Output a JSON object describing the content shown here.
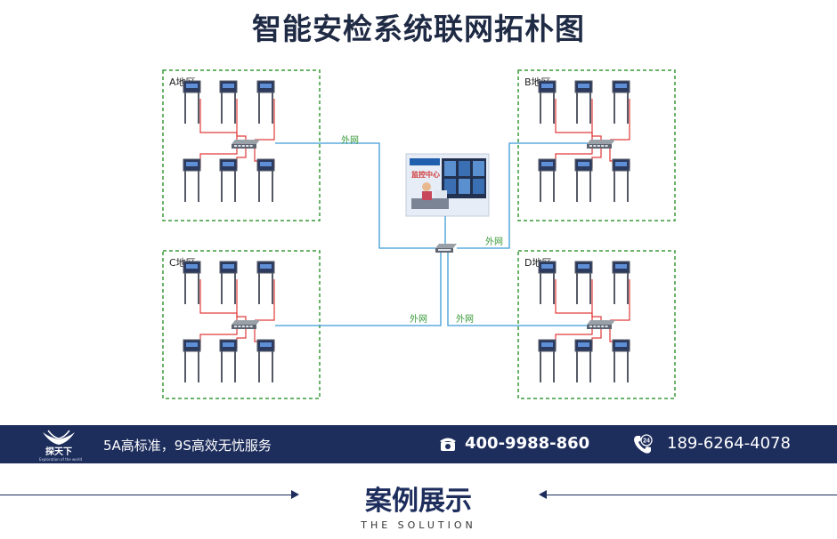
{
  "page": {
    "title": "智能安检系统联网拓朴图"
  },
  "diagram": {
    "regions": [
      {
        "id": "A",
        "label": "A地区"
      },
      {
        "id": "B",
        "label": "B地区"
      },
      {
        "id": "C",
        "label": "C地区"
      },
      {
        "id": "D",
        "label": "D地区"
      }
    ],
    "link_label": "外网",
    "monitor_center_label": "监控中心",
    "colors": {
      "region_border": "#3a9a3a",
      "network_link": "#3c9ad6",
      "gate_cable": "#e03a3a",
      "gate_frame": "#555a66",
      "link_label": "#3a9a3a"
    }
  },
  "banner": {
    "logo_name": "探天下",
    "logo_sub": "Exploration of the world",
    "slogan": "5A高标准，9S高效无忧服务",
    "phone_1": "400-9988-860",
    "phone_2_badge": "24",
    "phone_2": "189-6264-4078",
    "background": "#1d2d5c"
  },
  "section": {
    "title": "案例展示",
    "subtitle": "THE SOLUTION"
  }
}
